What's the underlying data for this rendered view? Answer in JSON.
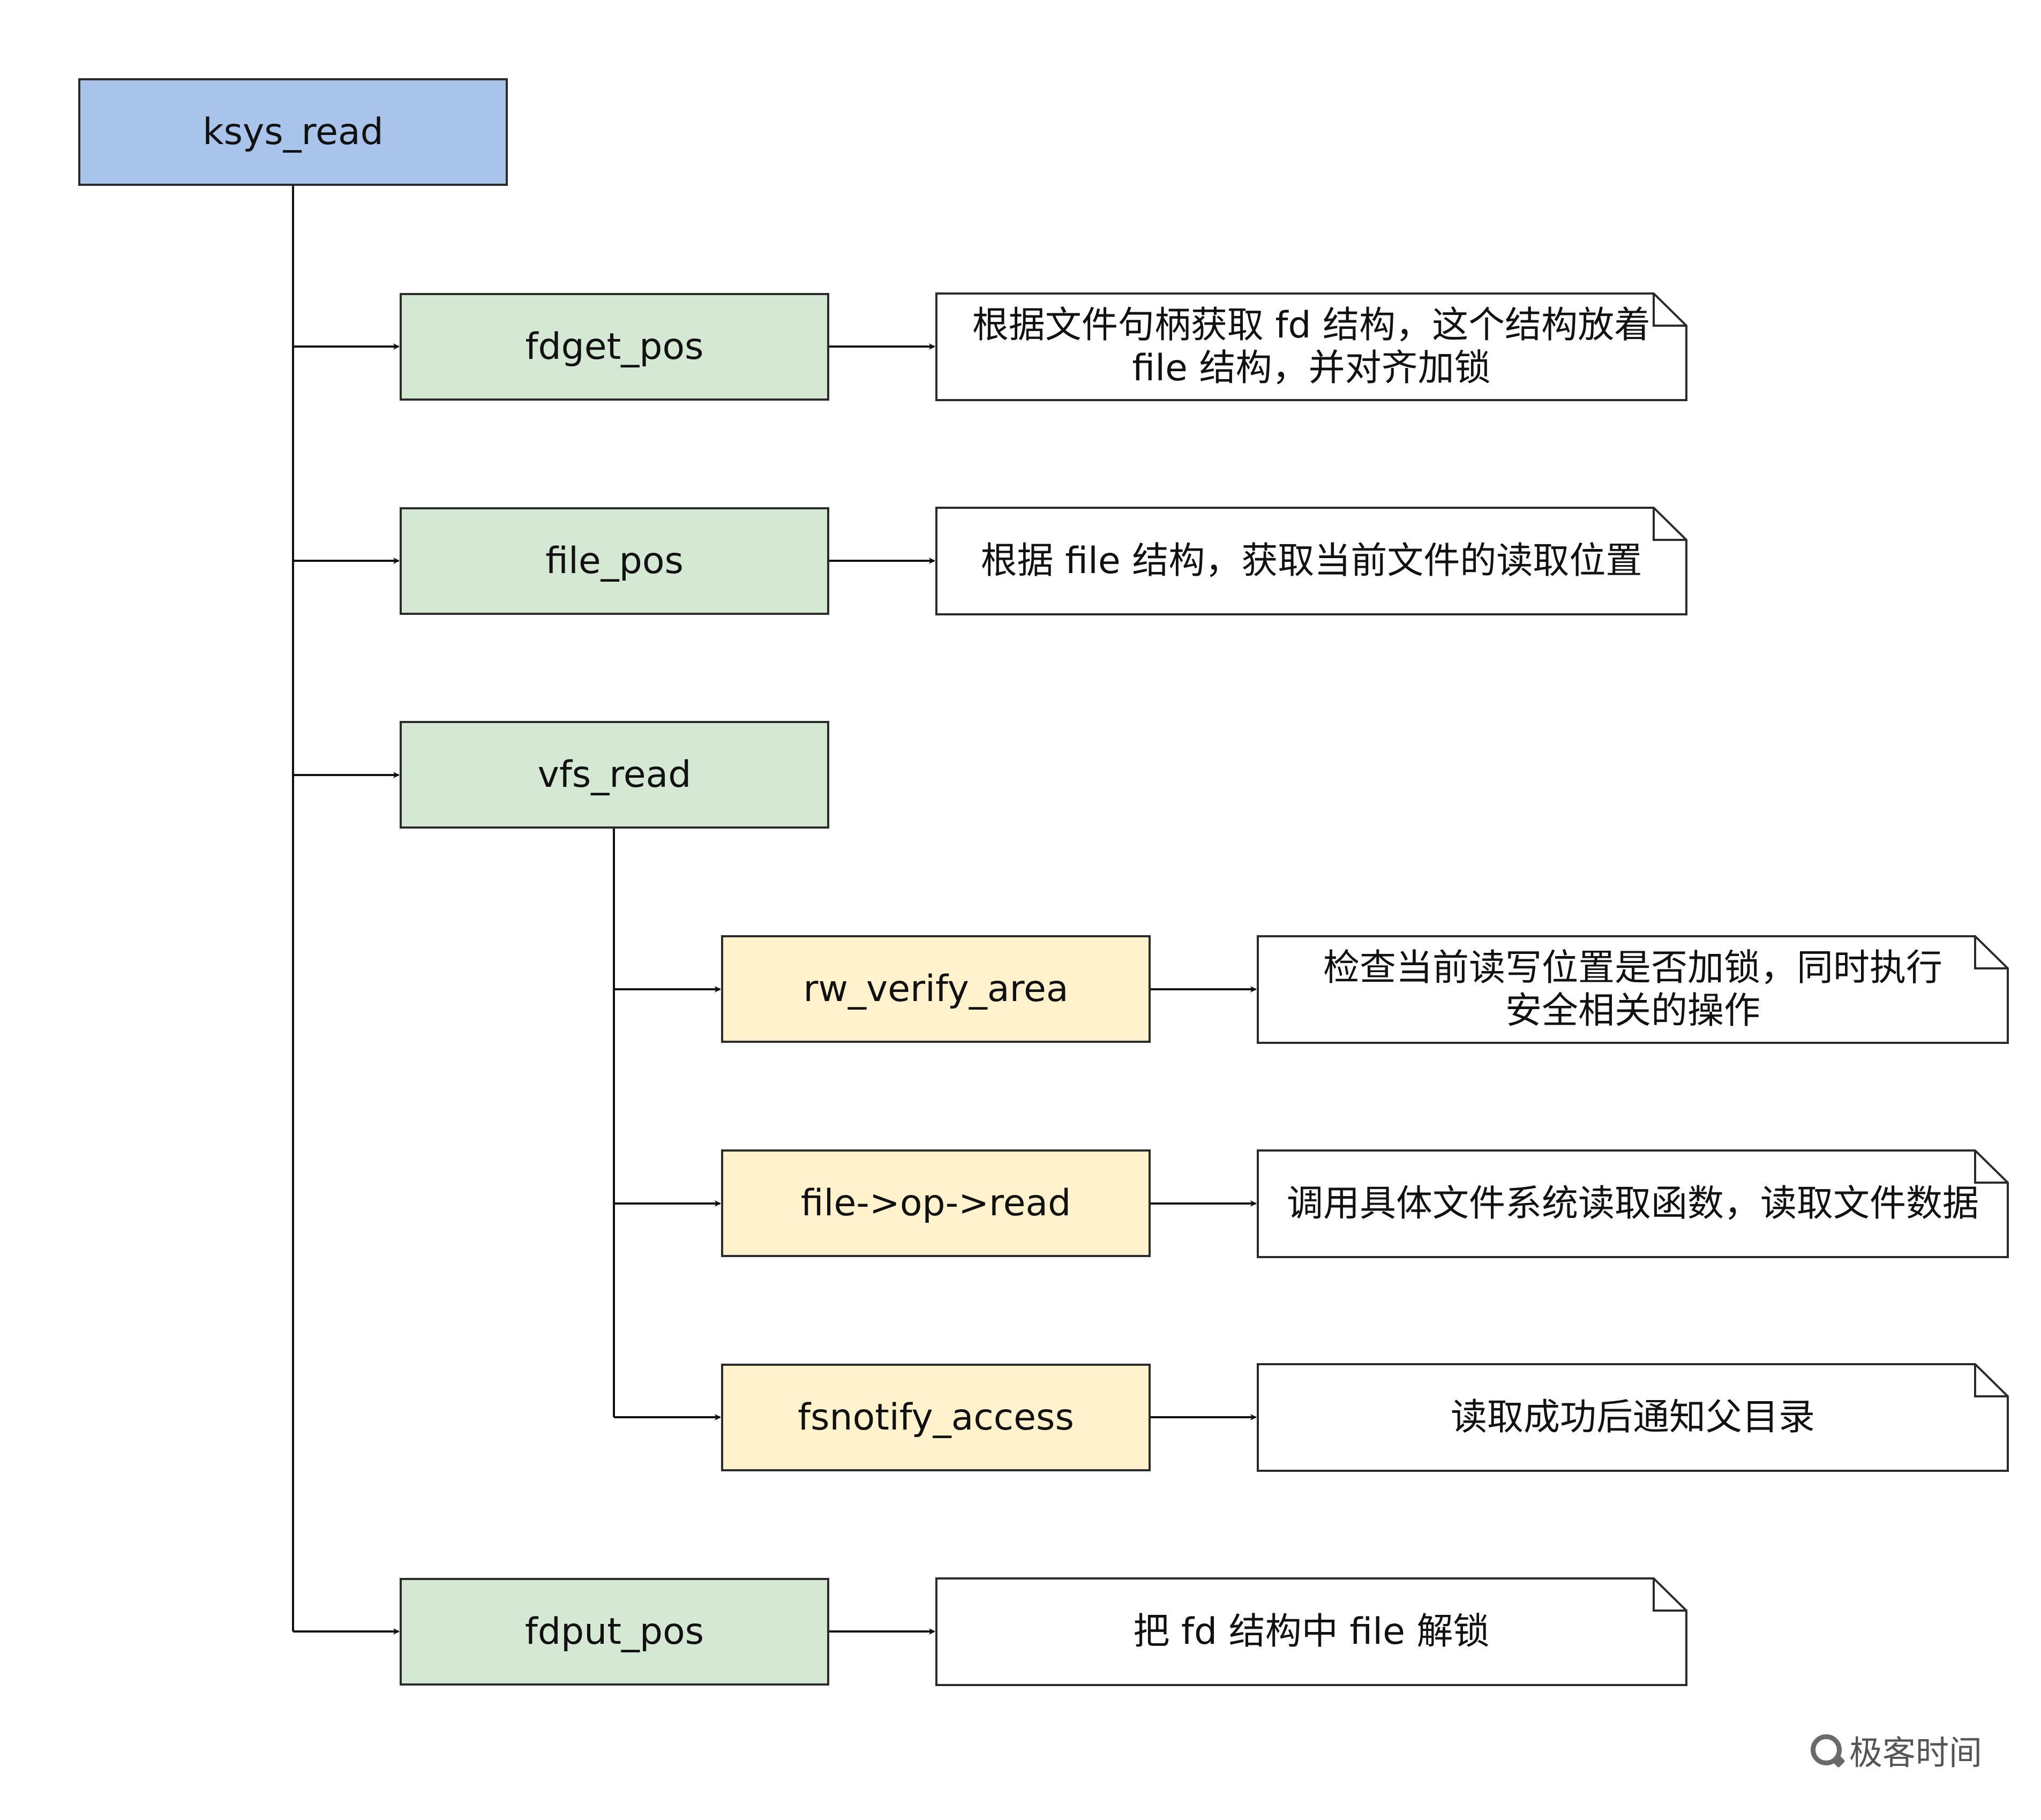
{
  "nodes": {
    "ksys_read": "ksys_read",
    "fdget_pos": "fdget_pos",
    "file_pos": "file_pos",
    "vfs_read": "vfs_read",
    "rw_verify_area": "rw_verify_area",
    "file_op_read": "file->op->read",
    "fsnotify_access": "fsnotify_access",
    "fdput_pos": "fdput_pos"
  },
  "notes": {
    "fdget_pos": [
      "根据文件句柄获取 fd 结构，这个结构放着",
      "file 结构，并对齐加锁"
    ],
    "file_pos": [
      "根据 file 结构，获取当前文件的读取位置"
    ],
    "rw_verify_area": [
      "检查当前读写位置是否加锁，同时执行",
      "安全相关的操作"
    ],
    "file_op_read": [
      "调用具体文件系统读取函数，读取文件数据"
    ],
    "fsnotify_access": [
      "读取成功后通知父目录"
    ],
    "fdput_pos": [
      "把 fd 结构中 file 解锁"
    ]
  },
  "logo_text": "极客时间",
  "colors": {
    "root_fill": "#a9c4eb",
    "level1_fill": "#d5e8d4",
    "level2_fill": "#fff2cc",
    "note_fill": "#ffffff",
    "stroke": "#2b2b2b"
  }
}
